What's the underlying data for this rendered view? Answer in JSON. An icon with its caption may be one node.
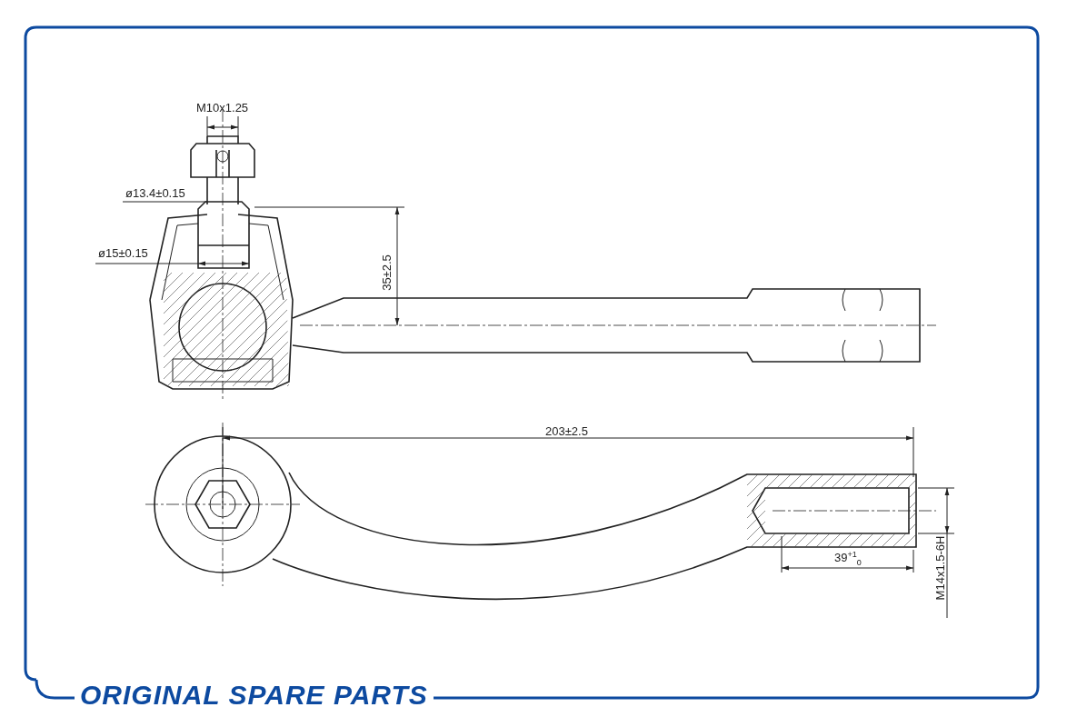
{
  "diagram": {
    "labels": [
      "M10x1.25",
      "ø13.4±0.15",
      "ø15±0.15",
      "35±2.5",
      "203±2.5",
      "39$^{+1}$$_{0}$",
      "M14x1.5-6H",
      "ORIGINAL SPARE PARTS"
    ]
  }
}
